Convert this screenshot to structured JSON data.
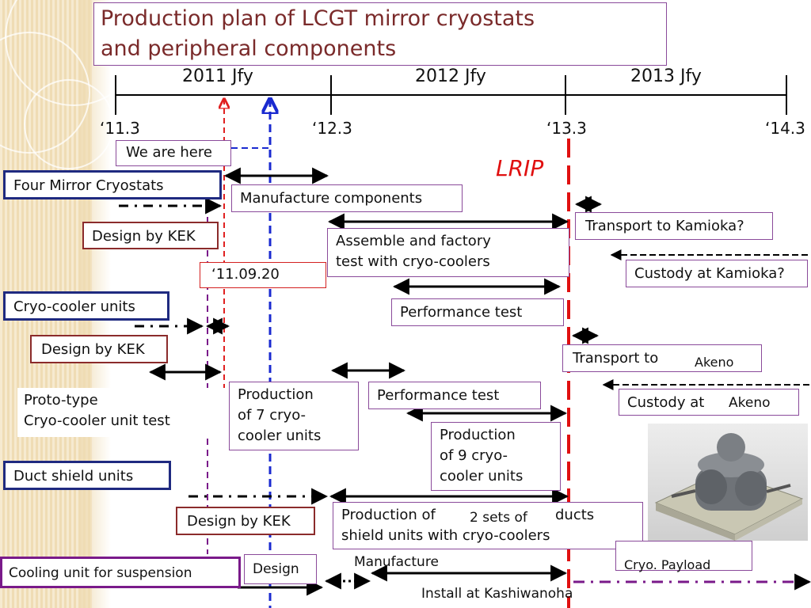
{
  "title": {
    "line1": "Production plan of LCGT mirror cryostats",
    "line2": "and peripheral components"
  },
  "timeline": {
    "years": [
      "2011 Jfy",
      "2012 Jfy",
      "2013 Jfy"
    ],
    "ticks": [
      "‘11.3",
      "‘12.3",
      "‘13.3",
      "‘14.3"
    ]
  },
  "markers": {
    "we_are_here": "We are here",
    "lrip": "LRIP",
    "date": "‘11.09.20"
  },
  "categories": {
    "four_mirror": "Four Mirror Cryostats",
    "cryo_cooler": "Cryo-cooler units",
    "duct_shield": "Duct shield units",
    "cooling_unit": "Cooling unit for suspension"
  },
  "tasks": {
    "design_kek_1": "Design by KEK",
    "manufacture_components": "Manufacture components",
    "assemble_line1": "Assemble and factory",
    "assemble_line2": "test with cryo-coolers",
    "performance_test_1": "Performance test",
    "transport_kamioka": "Transport to Kamioka?",
    "custody_kamioka": "Custody at Kamioka?",
    "design_kek_2": "Design by KEK",
    "prototype_line1": "Proto-type",
    "prototype_line2": "Cryo-cooler unit test",
    "prod7_line1": "Production",
    "prod7_line2": "of 7 cryo-",
    "prod7_line3": "cooler units",
    "performance_test_2": "Performance test",
    "prod9_line1": "Production",
    "prod9_line2": "of 9 cryo-",
    "prod9_line3": "cooler units",
    "transport_to": "Transport to",
    "akeno_1": "Akeno",
    "custody_at": "Custody at",
    "akeno_2": "Akeno",
    "design_kek_3": "Design by KEK",
    "duct_line1_a": "Production of",
    "duct_line1_b": "2 sets of",
    "duct_line1_c": "ducts",
    "duct_line2": "shield  units with cryo-coolers",
    "design": "Design",
    "manufacture": "Manufacture",
    "install": "Install at Kashiwanoha",
    "cryo_payload": "Cryo. Payload"
  },
  "colors": {
    "lrip_red": "#e01010",
    "now_red": "#e02020",
    "now_blue": "#1a2ad0",
    "arrow": "#000000",
    "cooling_purple": "#7a1a8a"
  }
}
